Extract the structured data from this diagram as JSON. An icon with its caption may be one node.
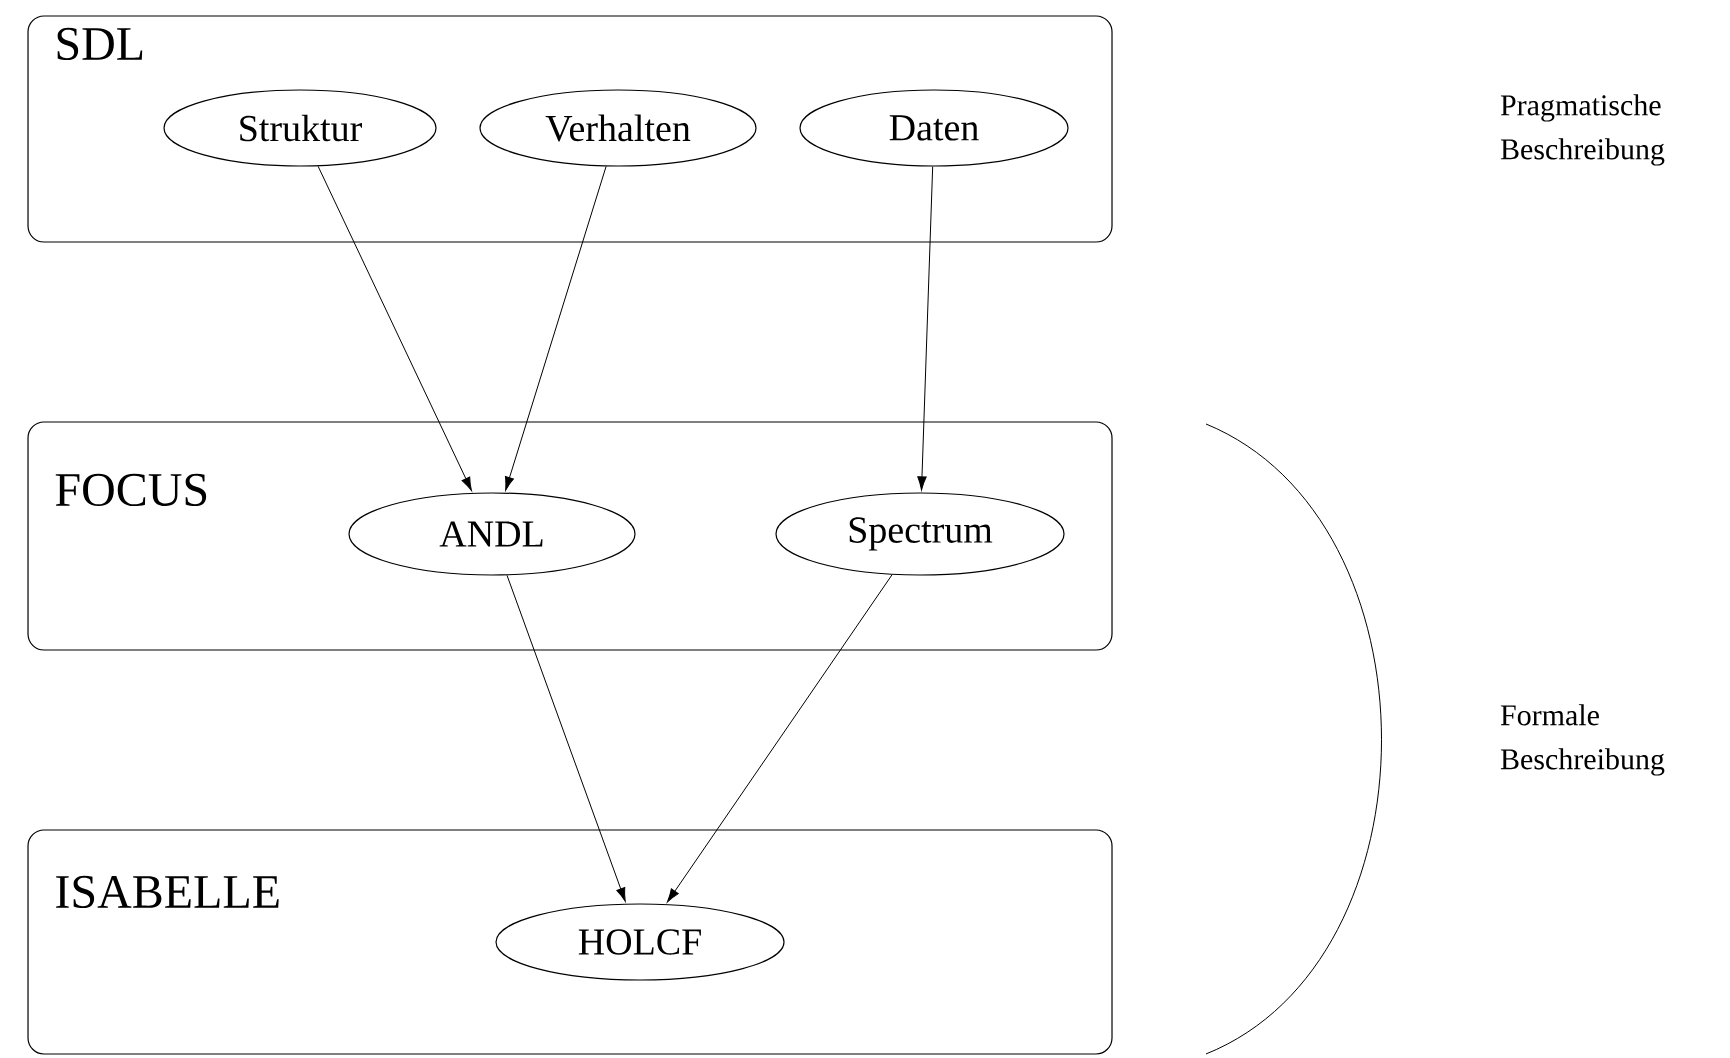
{
  "diagram": {
    "nodes": [
      {
        "text": [
          "SDL"
        ]
      },
      {
        "text": [
          "Struktur"
        ],
        "in": 0
      },
      {
        "text": [
          "Verhalten"
        ],
        "in": 0
      },
      {
        "text": [
          "Daten"
        ],
        "in": 0
      },
      {
        "text": [
          "FOCUS"
        ]
      },
      {
        "text": [
          "ANDL"
        ],
        "in": 4
      },
      {
        "text": [
          "Spectrum"
        ],
        "in": 4
      },
      {
        "text": [
          "ISABELLE"
        ]
      },
      {
        "text": [
          "HOLCF"
        ],
        "in": 7
      }
    ],
    "edges": [
      {
        "from": 1,
        "to": 5,
        "arrow": "to"
      },
      {
        "from": 2,
        "to": 5,
        "arrow": "to"
      },
      {
        "from": 3,
        "to": 6,
        "arrow": "to"
      },
      {
        "from": 5,
        "to": 8,
        "arrow": "to"
      },
      {
        "from": 6,
        "to": 8,
        "arrow": "to"
      }
    ],
    "labels": [
      "Pragmatische Beschreibung",
      "Formale Beschreibung"
    ]
  }
}
